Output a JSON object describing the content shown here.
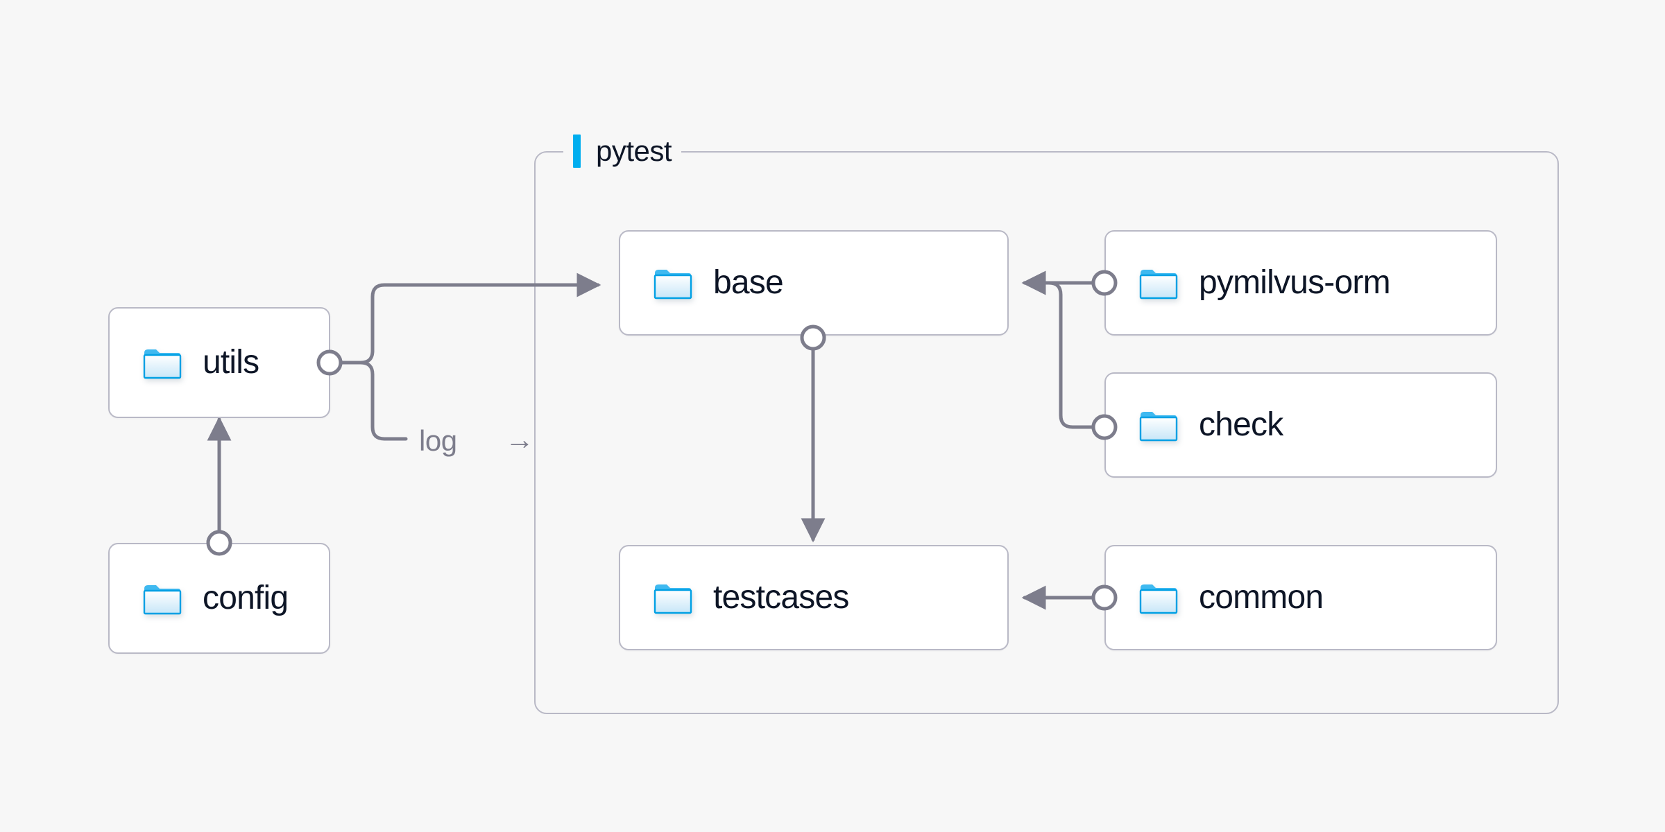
{
  "diagram": {
    "title_visible": false,
    "background_color": "#f7f7f7",
    "accent_color": "#00aeef",
    "node_border_color": "#b9b9c6",
    "edge_color": "#7d7d8c",
    "label_color": "#0d1526"
  },
  "group": {
    "name": "pytest-group",
    "label": "pytest",
    "accent_color": "#00aeef"
  },
  "nodes": [
    {
      "id": "utils",
      "label": "utils",
      "icon": "folder-icon"
    },
    {
      "id": "config",
      "label": "config",
      "icon": "folder-icon"
    },
    {
      "id": "base",
      "label": "base",
      "icon": "folder-icon"
    },
    {
      "id": "testcases",
      "label": "testcases",
      "icon": "folder-icon"
    },
    {
      "id": "pymilvus-orm",
      "label": "pymilvus-orm",
      "icon": "folder-icon"
    },
    {
      "id": "check",
      "label": "check",
      "icon": "folder-icon"
    },
    {
      "id": "common",
      "label": "common",
      "icon": "folder-icon"
    }
  ],
  "edges": [
    {
      "id": "config-to-utils",
      "from": "config",
      "to": "utils",
      "label": ""
    },
    {
      "id": "utils-to-base",
      "from": "utils",
      "to": "base",
      "label": ""
    },
    {
      "id": "utils-log-out",
      "from": "utils",
      "to": "",
      "label": "log",
      "label_arrow": "→"
    },
    {
      "id": "base-to-testcases",
      "from": "base",
      "to": "testcases",
      "label": ""
    },
    {
      "id": "pymilvus-orm-to-base",
      "from": "pymilvus-orm",
      "to": "base",
      "label": ""
    },
    {
      "id": "check-to-base",
      "from": "check",
      "to": "base",
      "label": ""
    },
    {
      "id": "common-to-testcases",
      "from": "common",
      "to": "testcases",
      "label": ""
    }
  ]
}
